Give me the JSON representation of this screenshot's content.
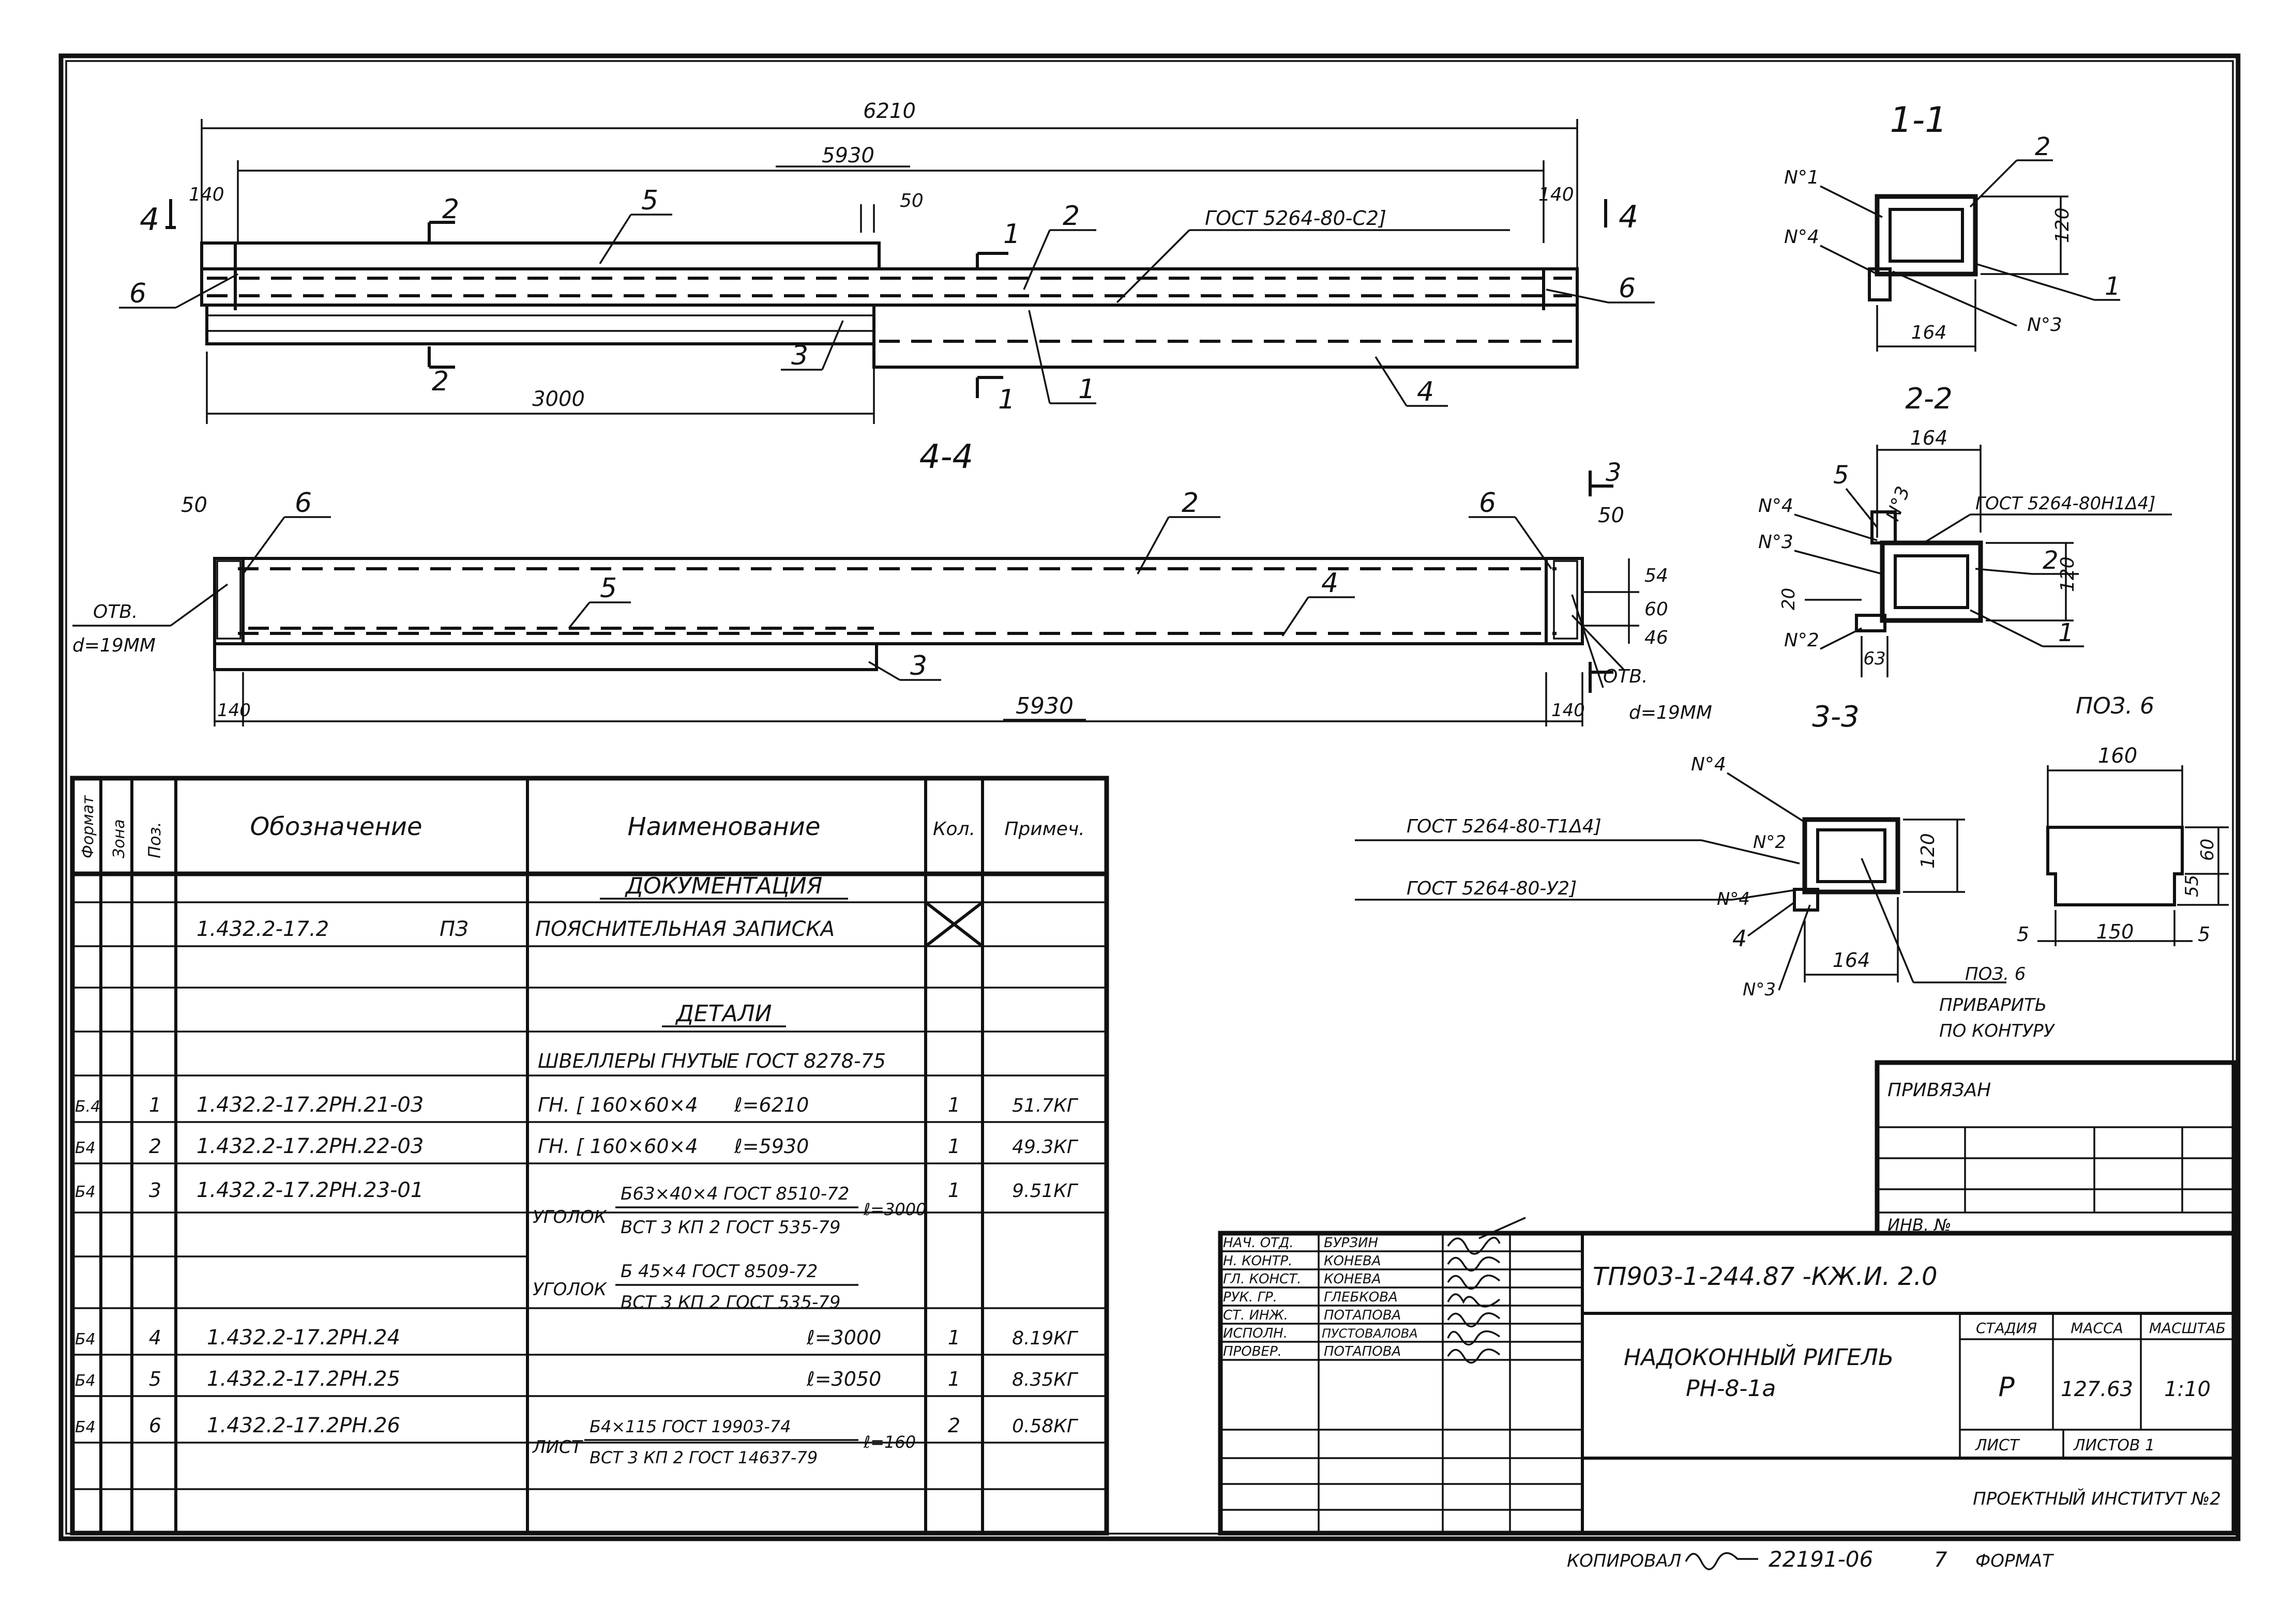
{
  "drawing": {
    "elevation": {
      "dim_overall": "6210",
      "dim_between": "5930",
      "dim_end_left": "140",
      "dim_end_right": "140",
      "dim_gap": "50",
      "dim_bottom": "3000",
      "gost_note": "ГОСТ 5264-80-С2]",
      "callouts": [
        "5",
        "2",
        "6",
        "6",
        "3",
        "4",
        "1"
      ],
      "section_marks": {
        "s1_top": "1",
        "s1_bot": "1",
        "s2_top": "2",
        "s2_bot": "2",
        "s4_left": "4",
        "s4_right": "4"
      }
    },
    "view44": {
      "title": "4-4",
      "dim_50_left": "50",
      "dim_50_right": "50",
      "callouts": [
        "6",
        "2",
        "6",
        "5",
        "4",
        "3",
        "3"
      ],
      "hole_left": "ОТВ.",
      "hole_left_d": "d=19ММ",
      "hole_right": "ОТВ.",
      "hole_right_d": "d=19ММ",
      "dim_54": "54",
      "dim_60": "60",
      "dim_46": "46",
      "dim_140_left": "140",
      "dim_140_right": "140",
      "dim_5930": "5930",
      "section3_mark": "3"
    },
    "sec11": {
      "title": "1-1",
      "n1": "N°1",
      "n4": "N°4",
      "n3": "N°3",
      "c2": "2",
      "c1": "1",
      "dim_120": "120",
      "dim_164": "164"
    },
    "sec22": {
      "title": "2-2",
      "dim_164": "164",
      "c5": "5",
      "n4": "N°4",
      "n3a": "N°3",
      "n3b": "N°3",
      "n2": "N°2",
      "gost": "ГОСТ 5264-80Н1Δ4]",
      "c2": "2",
      "c1": "1",
      "dim_120": "120",
      "dim_20": "20",
      "dim_63": "63"
    },
    "sec33": {
      "title": "3-3"
    },
    "pos6": {
      "title": "ПОЗ. 6",
      "dim_160": "160",
      "dim_60": "60",
      "dim_55": "55",
      "dim_5a": "5",
      "dim_150": "150",
      "dim_5b": "5"
    },
    "sec33_detail": {
      "gost1": "ГОСТ 5264-80-Т1Δ4]",
      "gost2": "ГОСТ 5264-80-У2]",
      "n4a": "N°4",
      "n2": "N°2",
      "n4b": "N°4",
      "c4": "4",
      "n3": "N°3",
      "dim_120": "120",
      "dim_164": "164",
      "pos6": "ПОЗ. 6",
      "weld1": "ПРИВАРИТЬ",
      "weld2": "ПО КОНТУРУ"
    }
  },
  "spec": {
    "headers": {
      "format": "Формат",
      "zone": "Зона",
      "pos": "Поз.",
      "designation": "Обозначение",
      "name": "Наименование",
      "qty": "Кол.",
      "note": "Примеч."
    },
    "sec_docs": "ДОКУМЕНТАЦИЯ",
    "doc_row": {
      "designation": "1.432.2-17.2",
      "code": "ПЗ",
      "name": "ПОЯСНИТЕЛЬНАЯ ЗАПИСКА"
    },
    "sec_details": "ДЕТАЛИ",
    "channels_title": "ШВЕЛЛЕРЫ ГНУТЫЕ ГОСТ 8278-75",
    "rows": [
      {
        "format": "Б.4",
        "pos": "1",
        "designation": "1.432.2-17.2РН.21-03",
        "name": "ГН. [ 160×60×4",
        "length": "ℓ=6210",
        "qty": "1",
        "note": "51.7КГ"
      },
      {
        "format": "Б4",
        "pos": "2",
        "designation": "1.432.2-17.2РН.22-03",
        "name": "ГН. [ 160×60×4",
        "length": "ℓ=5930",
        "qty": "1",
        "note": "49.3КГ"
      },
      {
        "format": "Б4",
        "pos": "3",
        "designation": "1.432.2-17.2РН.23-01",
        "qty": "1",
        "note": "9.51КГ"
      },
      {
        "format": "Б4",
        "pos": "4",
        "designation": "1.432.2-17.2РН.24",
        "length": "ℓ=3000",
        "qty": "1",
        "note": "8.19КГ"
      },
      {
        "format": "Б4",
        "pos": "5",
        "designation": "1.432.2-17.2РН.25",
        "length": "ℓ=3050",
        "qty": "1",
        "note": "8.35КГ"
      },
      {
        "format": "Б4",
        "pos": "6",
        "designation": "1.432.2-17.2РН.26",
        "qty": "2",
        "note": "0.58КГ"
      }
    ],
    "angle1": {
      "label": "УГОЛОК",
      "top": "Б63×40×4 ГОСТ 8510-72",
      "bottom": "ВСТ 3 КП 2 ГОСТ 535-79",
      "length": "ℓ=3000"
    },
    "angle2": {
      "label": "УГОЛОК",
      "top": "Б 45×4 ГОСТ 8509-72",
      "bottom": "ВСТ 3 КП 2 ГОСТ 535-79"
    },
    "sheet_item": {
      "label": "ЛИСТ",
      "top": "Б4×115 ГОСТ 19903-74",
      "bottom": "ВСТ 3 КП 2 ГОСТ 14637-79",
      "length": "ℓ=160"
    }
  },
  "binding": {
    "title": "ПРИВЯЗАН",
    "inv": "ИНВ. №"
  },
  "titleblock": {
    "roles": [
      "НАЧ. ОТД.",
      "Н. КОНТР.",
      "ГЛ. КОНСТ.",
      "РУК. ГР.",
      "СТ. ИНЖ.",
      "ИСПОЛН.",
      "ПРОВЕР."
    ],
    "names": [
      "БУРЗИН",
      "КОНЕВА",
      "КОНЕВА",
      "ГЛЕБКОВА",
      "ПОТАПОВА",
      "ПУСТОВАЛОВА",
      "ПОТАПОВА"
    ],
    "code": "ТП903-1-244.87 -КЖ.И. 2.0",
    "title1": "НАДОКОННЫЙ РИГЕЛЬ",
    "title2": "РН-8-1а",
    "stage_h": "СТАДИЯ",
    "mass_h": "МАССА",
    "scale_h": "МАСШТАБ",
    "stage": "Р",
    "mass": "127.63",
    "scale": "1:10",
    "sheet": "ЛИСТ",
    "sheets": "ЛИСТОВ 1",
    "org": "ПРОЕКТНЫЙ ИНСТИТУТ №2"
  },
  "footer": {
    "copied": "КОПИРОВАЛ",
    "number": "22191-06",
    "num7": "7",
    "format": "ФОРМАТ"
  }
}
